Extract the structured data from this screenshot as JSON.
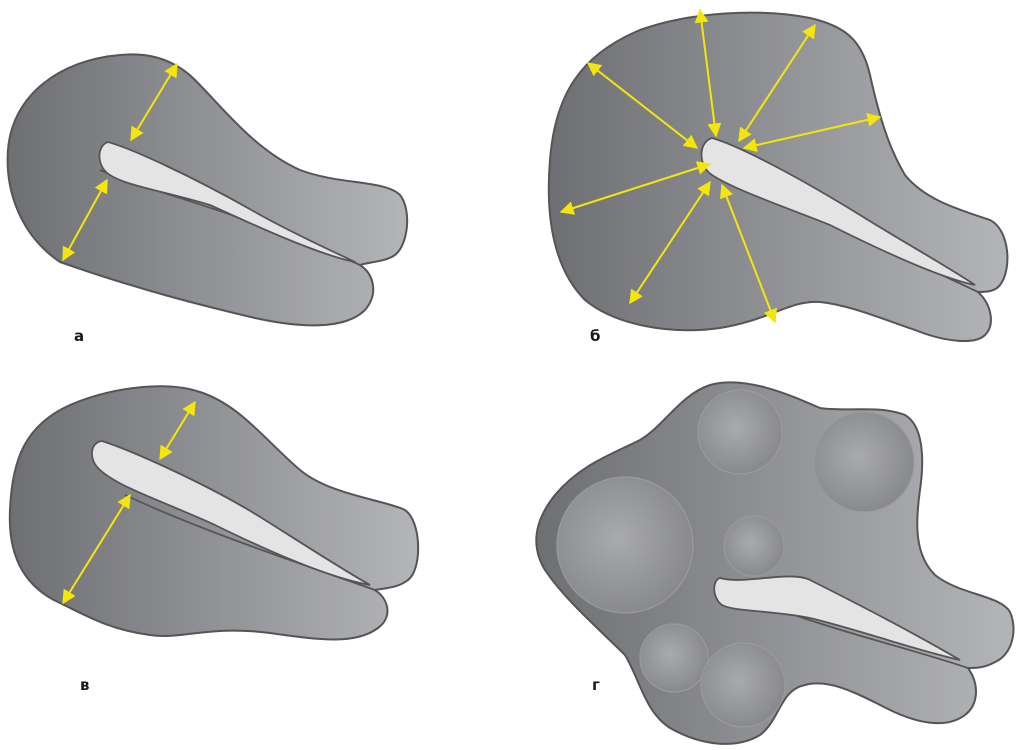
{
  "panels": [
    {
      "id": "a",
      "label": "а"
    },
    {
      "id": "b",
      "label": "б"
    },
    {
      "id": "v",
      "label": "в"
    },
    {
      "id": "g",
      "label": "г"
    }
  ],
  "colors": {
    "body_dark": "#6e6f73",
    "body_light": "#b4b5b8",
    "outline": "#555555",
    "cleft": "#e4e4e4",
    "arrow": "#f5e60a"
  }
}
